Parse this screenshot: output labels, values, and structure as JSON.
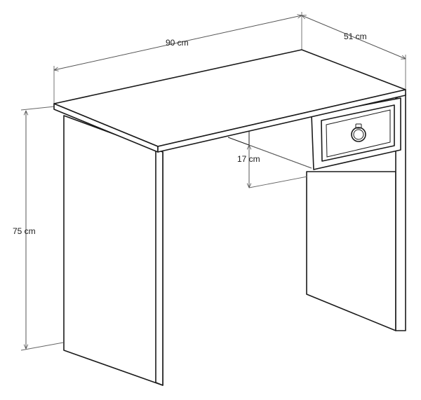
{
  "dimensions": {
    "width_label": "90 cm",
    "depth_label": "51 cm",
    "height_label": "75 cm",
    "drawer_height_label": "17 cm"
  },
  "colors": {
    "line": "#1a1a1a",
    "dimension": "#555555",
    "background": "#ffffff"
  },
  "icons": {
    "drawer_handle": "ring-pull-icon"
  }
}
